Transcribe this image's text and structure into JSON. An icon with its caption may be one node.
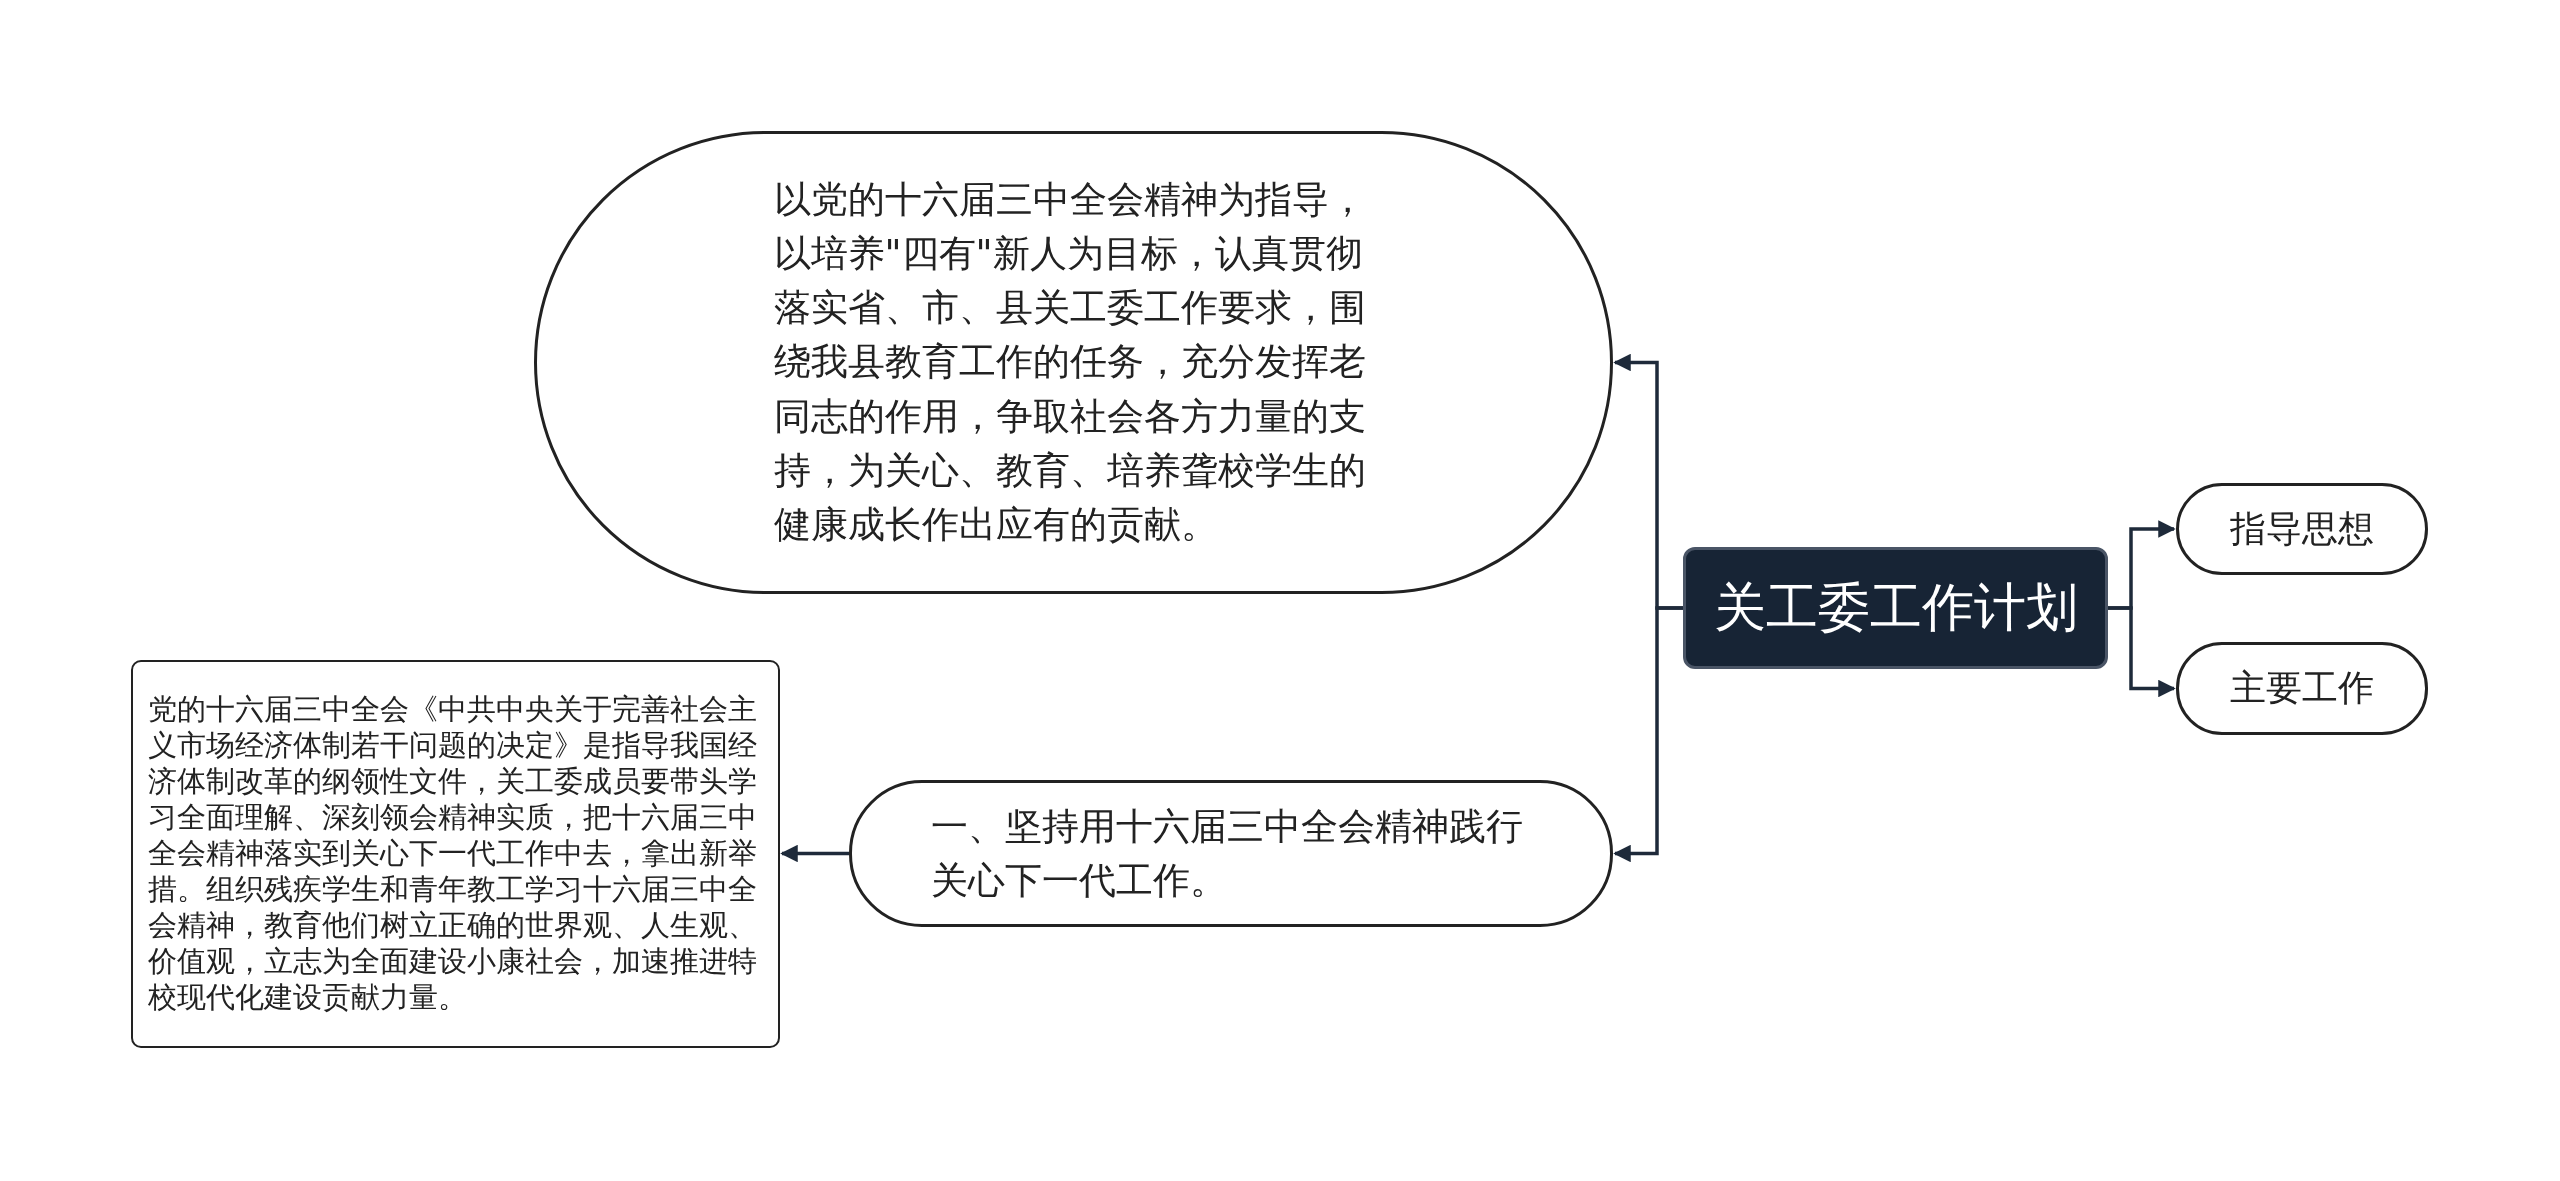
{
  "diagram": {
    "nodes": [
      {
        "text": [
          "关工委工作计划"
        ]
      },
      {
        "text": [
          "指导思想"
        ]
      },
      {
        "text": [
          "主要工作"
        ]
      },
      {
        "text": [
          "以党的十六届三中全会精神为指导，以培养\"四有\"新人为目标，认真贯彻落实省、市、县关工委工作要求，围绕我县教育工作的任务，充分发挥老同志的作用，争取社会各方力量的支持，为关心、教育、培养聋校学生的健康成长作出应有的贡献。"
        ]
      },
      {
        "text": [
          "一、坚持用十六届三中全会精神践行关心下一代工作。"
        ]
      },
      {
        "text": [
          "党的十六届三中全会《中共中央关于完善社会主义市场经济体制若干问题的决定》是指导我国经济体制改革的纲领性文件，关工委成员要带头学习全面理解、深刻领会精神实质，把十六届三中全会精神落实到关心下一代工作中去，拿出新举措。组织残疾学生和青年教工学习十六届三中全会精神，教育他们树立正确的世界观、人生观、价值观，立志为全面建设小康社会，加速推进特校现代化建设贡献力量。"
        ]
      }
    ],
    "edges": [
      {
        "from": 0,
        "to": 1,
        "arrow": "to"
      },
      {
        "from": 0,
        "to": 2,
        "arrow": "to"
      },
      {
        "from": 0,
        "to": 3,
        "arrow": "to"
      },
      {
        "from": 0,
        "to": 4,
        "arrow": "to"
      },
      {
        "from": 4,
        "to": 5,
        "arrow": "to"
      }
    ]
  }
}
